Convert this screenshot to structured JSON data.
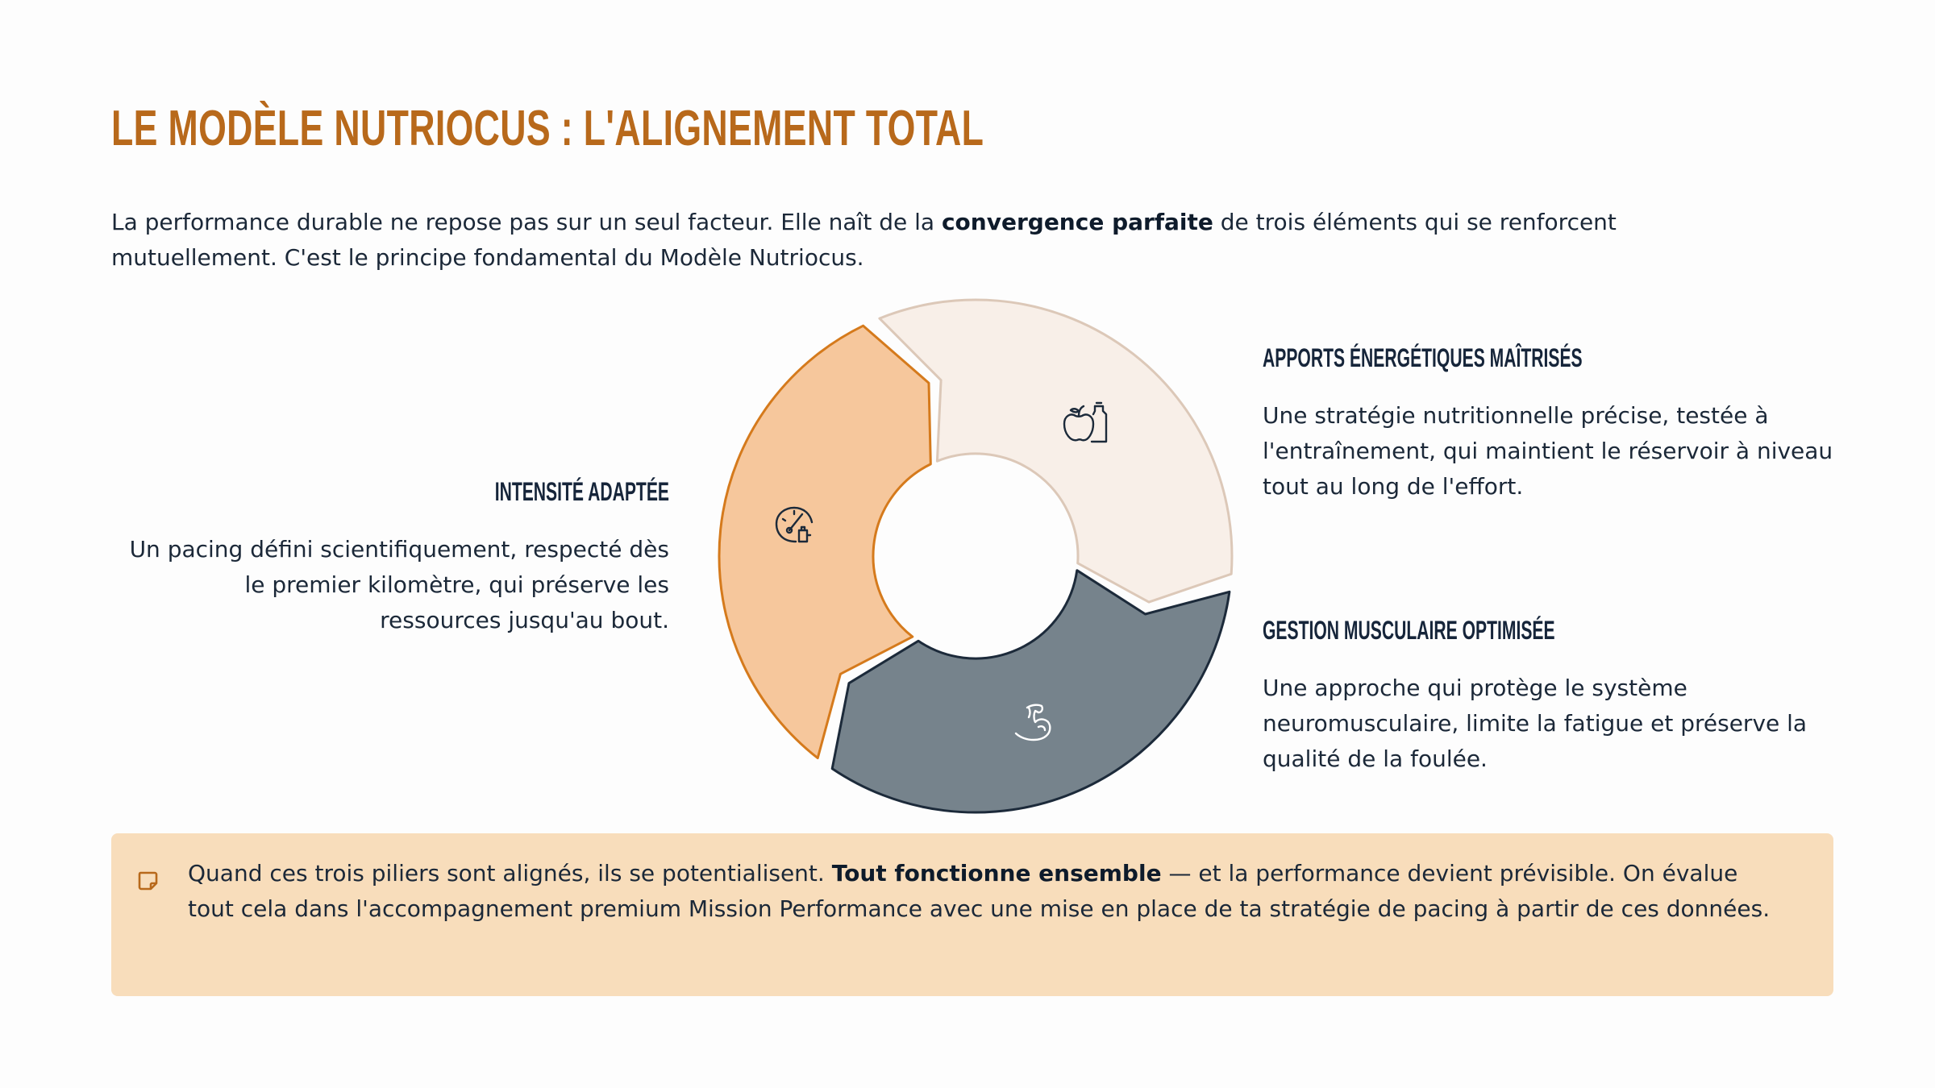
{
  "title": "Le Modèle Nutriocus : l'alignement total",
  "intro": {
    "before": "La performance durable ne repose pas sur un seul facteur. Elle naît de la ",
    "bold": "convergence parfaite",
    "after": " de trois éléments qui se renforcent mutuellement. C'est le principe fondamental du Modèle Nutriocus."
  },
  "pillars": {
    "energy": {
      "heading": "Apports énergétiques maîtrisés",
      "text": "Une stratégie nutritionnelle précise, testée à l'entraînement, qui maintient le réservoir à niveau tout au long de l'effort.",
      "icon": "apple-bottle-icon"
    },
    "muscle": {
      "heading": "Gestion musculaire optimisée",
      "text": "Une approche qui protège le système neuromusculaire, limite la fatigue et préserve la qualité de la foulée.",
      "icon": "flexed-bicep-icon"
    },
    "intensity": {
      "heading": "Intensité adaptée",
      "text": "Un pacing défini scientifiquement, respecté dès le premier kilomètre, qui préserve les ressources jusqu'au bout.",
      "icon": "speed-gauge-icon"
    }
  },
  "colors": {
    "title": "#b8691b",
    "energy_fill": "#f8efe8",
    "energy_stroke": "#dcc8b8",
    "muscle_fill": "#76838c",
    "muscle_stroke": "#1c2a3a",
    "intensity_fill": "#f6c79c",
    "intensity_stroke": "#d57a1c",
    "callout_bg": "#f8ddbb"
  },
  "callout": {
    "icon": "sticky-note-icon",
    "before": "Quand ces trois piliers sont alignés, ils se potentialisent. ",
    "bold": "Tout fonctionne ensemble",
    "after": " — et la performance devient prévisible. On évalue tout cela dans l'accompagnement premium Mission Performance avec une mise en place de ta stratégie de pacing à partir de ces données."
  }
}
